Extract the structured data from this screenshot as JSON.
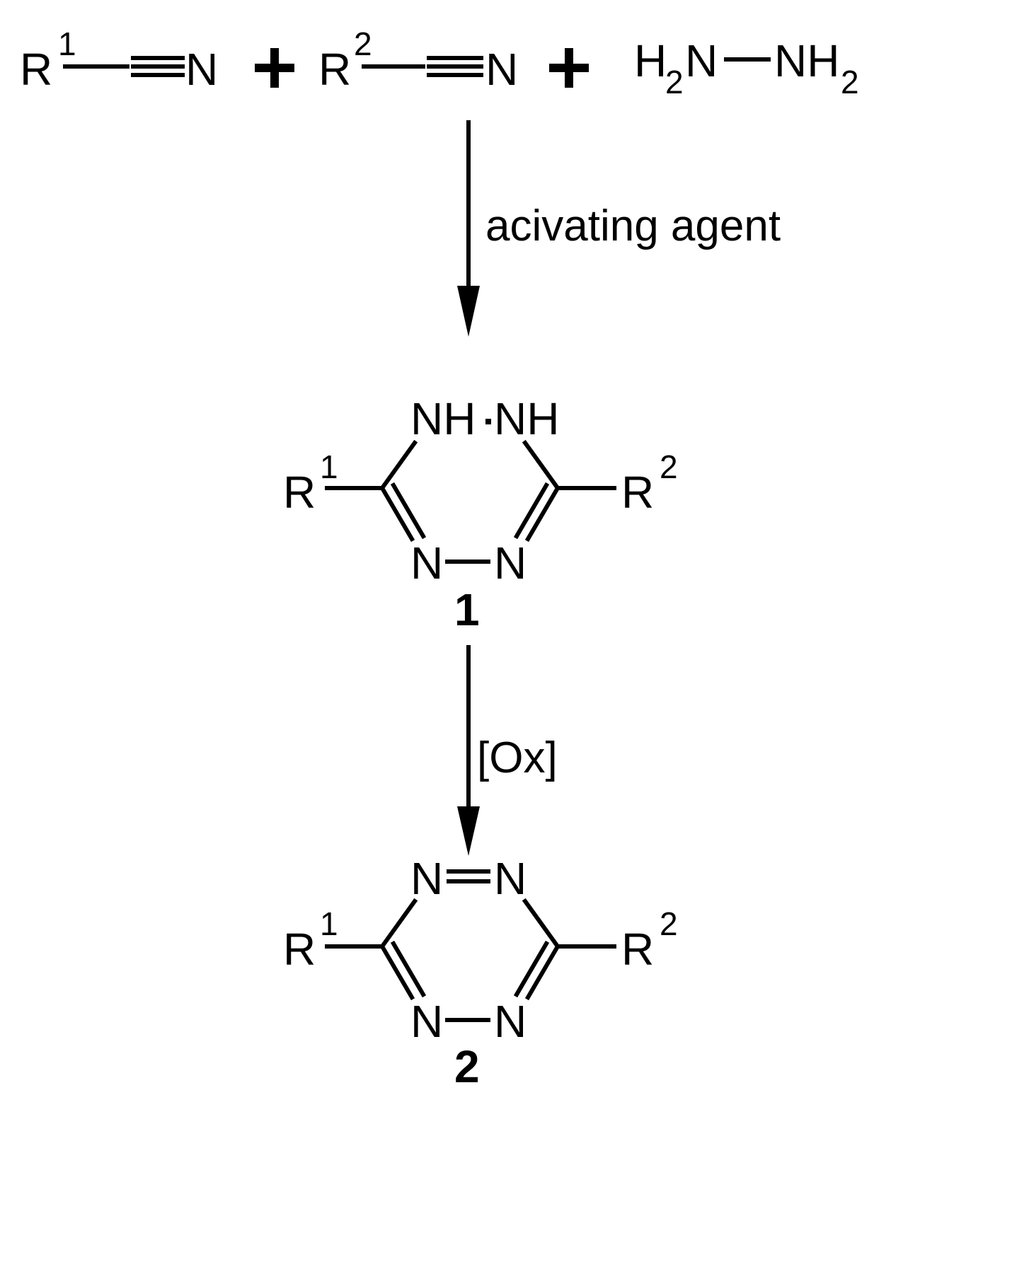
{
  "reactants": {
    "nitrile1": {
      "r": "R",
      "r_sup": "1",
      "n": "N"
    },
    "nitrile2": {
      "r": "R",
      "r_sup": "2",
      "n": "N"
    },
    "hydrazine": {
      "h_left": "H",
      "sub_left": "2",
      "n_left": "N",
      "n_right": "NH",
      "sub_right": "2"
    }
  },
  "step1": {
    "condition": "acivating agent"
  },
  "compound1": {
    "nh_left": "NH",
    "nh_right": "NH",
    "r_left": "R",
    "r_left_sup": "1",
    "r_right": "R",
    "r_right_sup": "2",
    "n_left": "N",
    "n_right": "N",
    "label": "1"
  },
  "step2": {
    "condition": "[Ox]"
  },
  "compound2": {
    "n_top_left": "N",
    "n_top_right": "N",
    "r_left": "R",
    "r_left_sup": "1",
    "r_right": "R",
    "r_right_sup": "2",
    "n_left": "N",
    "n_right": "N",
    "label": "2"
  }
}
